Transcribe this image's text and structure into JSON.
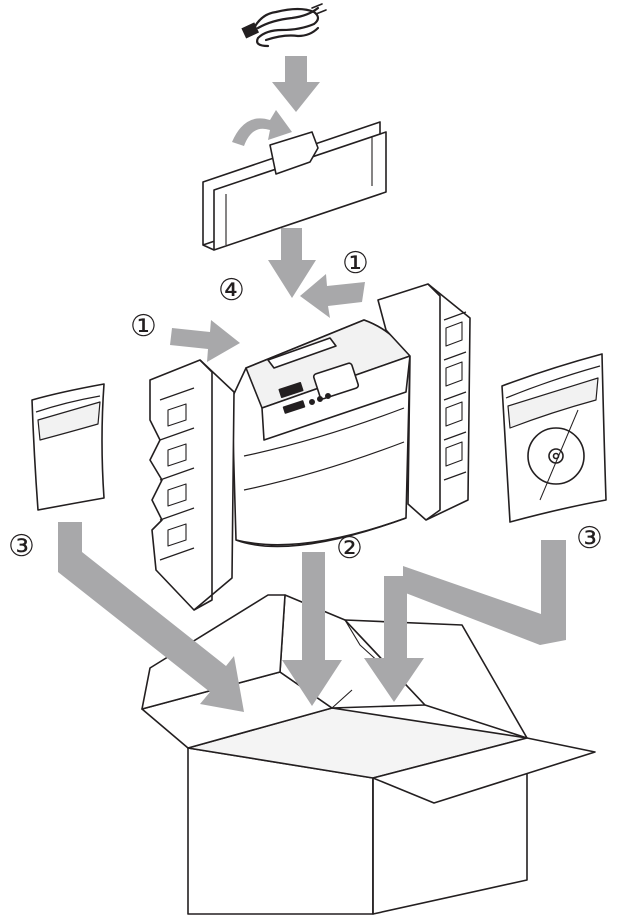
{
  "step_markers": {
    "cushion_left": "①",
    "cushion_right": "①",
    "printer": "②",
    "bag_left": "③",
    "bag_right": "③",
    "carton": "④"
  },
  "colors": {
    "ink": "#231f20",
    "arrow": "#a8a8aa",
    "paper": "#ffffff",
    "shade": "#d9d9d9"
  },
  "icons": [
    "power-cord-icon",
    "disc-icon"
  ]
}
